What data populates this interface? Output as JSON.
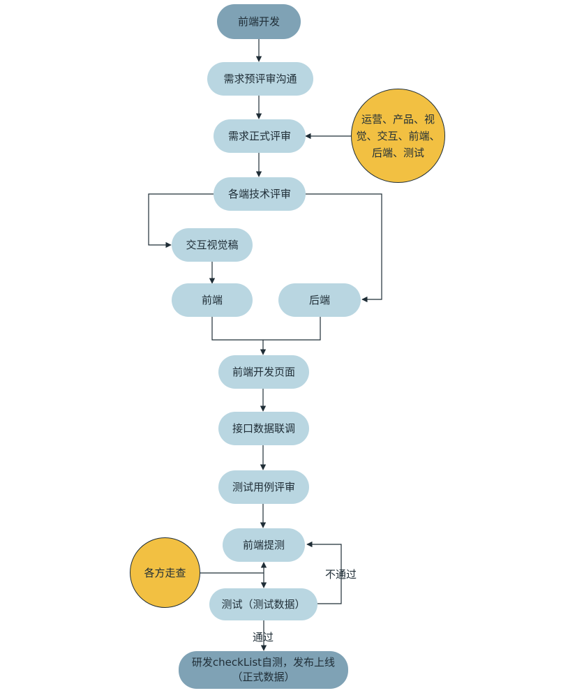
{
  "nodes": {
    "start": "前端开发",
    "req_pre_review": "需求预评审沟通",
    "req_formal_review": "需求正式评审",
    "stakeholders_line1": "运营、产品、视",
    "stakeholders_line2": "觉、交互、前端、",
    "stakeholders_line3": "后端、测试",
    "tech_review": "各端技术评审",
    "interaction_visual": "交互视觉稿",
    "frontend": "前端",
    "backend": "后端",
    "fe_dev_page": "前端开发页面",
    "api_integration": "接口数据联调",
    "testcase_review": "测试用例评审",
    "fe_submit_test": "前端提测",
    "walkthrough": "各方走查",
    "testing": "测试（测试数据）",
    "release_line1": "研发checkList自测，发布上线",
    "release_line2": "（正式数据）"
  },
  "edges": {
    "fail_label": "不通过",
    "pass_label": "通过"
  },
  "colors": {
    "pill_light": "#b9d6e1",
    "pill_dark": "#7fa2b5",
    "circle": "#f2c042",
    "line": "#1f2d36"
  }
}
